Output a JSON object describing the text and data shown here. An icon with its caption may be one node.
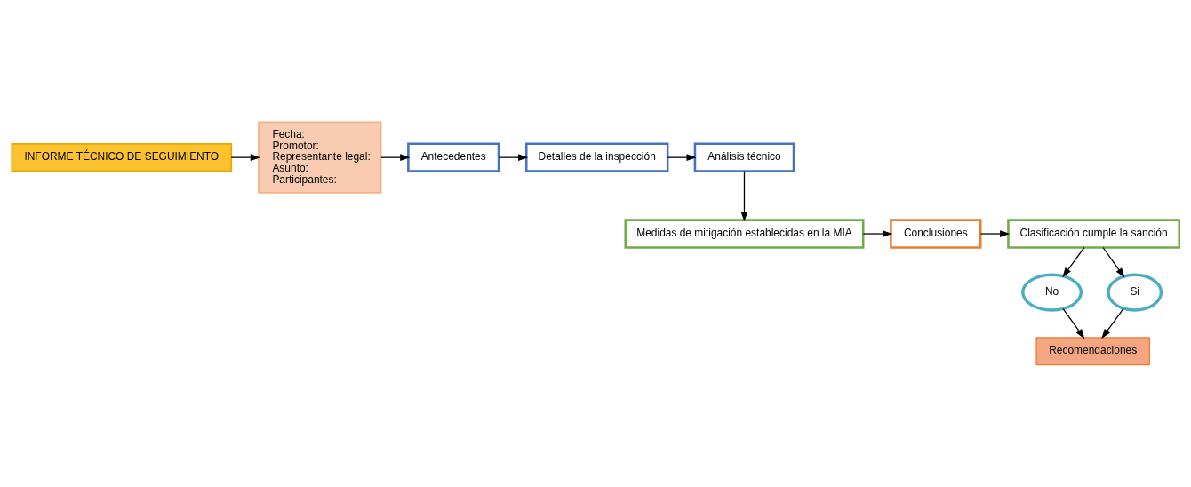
{
  "diagram": {
    "nodes": [
      {
        "text": [
          "INFORME TÉCNICO DE SEGUIMIENTO"
        ]
      },
      {
        "text": [
          "Fecha:",
          "Promotor:",
          "Representante legal:",
          "Asunto:",
          "Participantes:"
        ]
      },
      {
        "text": [
          "Antecedentes"
        ]
      },
      {
        "text": [
          "Detalles de la inspección"
        ]
      },
      {
        "text": [
          "Análisis técnico"
        ]
      },
      {
        "text": [
          "Medidas de mitigación establecidas en la MIA"
        ]
      },
      {
        "text": [
          "Conclusiones"
        ]
      },
      {
        "text": [
          "Clasificación cumple la sanción"
        ]
      },
      {
        "text": [
          "No"
        ]
      },
      {
        "text": [
          "Si"
        ]
      },
      {
        "text": [
          "Recomendaciones"
        ]
      }
    ],
    "edges": [
      {
        "from": 0,
        "to": 1,
        "arrow": "to"
      },
      {
        "from": 1,
        "to": 2,
        "arrow": "to"
      },
      {
        "from": 2,
        "to": 3,
        "arrow": "to"
      },
      {
        "from": 3,
        "to": 4,
        "arrow": "to"
      },
      {
        "from": 4,
        "to": 5,
        "arrow": "to"
      },
      {
        "from": 5,
        "to": 6,
        "arrow": "to"
      },
      {
        "from": 6,
        "to": 7,
        "arrow": "to"
      },
      {
        "from": 7,
        "to": 8,
        "arrow": "to"
      },
      {
        "from": 7,
        "to": 9,
        "arrow": "to"
      },
      {
        "from": 8,
        "to": 10,
        "arrow": "to"
      },
      {
        "from": 9,
        "to": 10,
        "arrow": "to"
      }
    ]
  }
}
